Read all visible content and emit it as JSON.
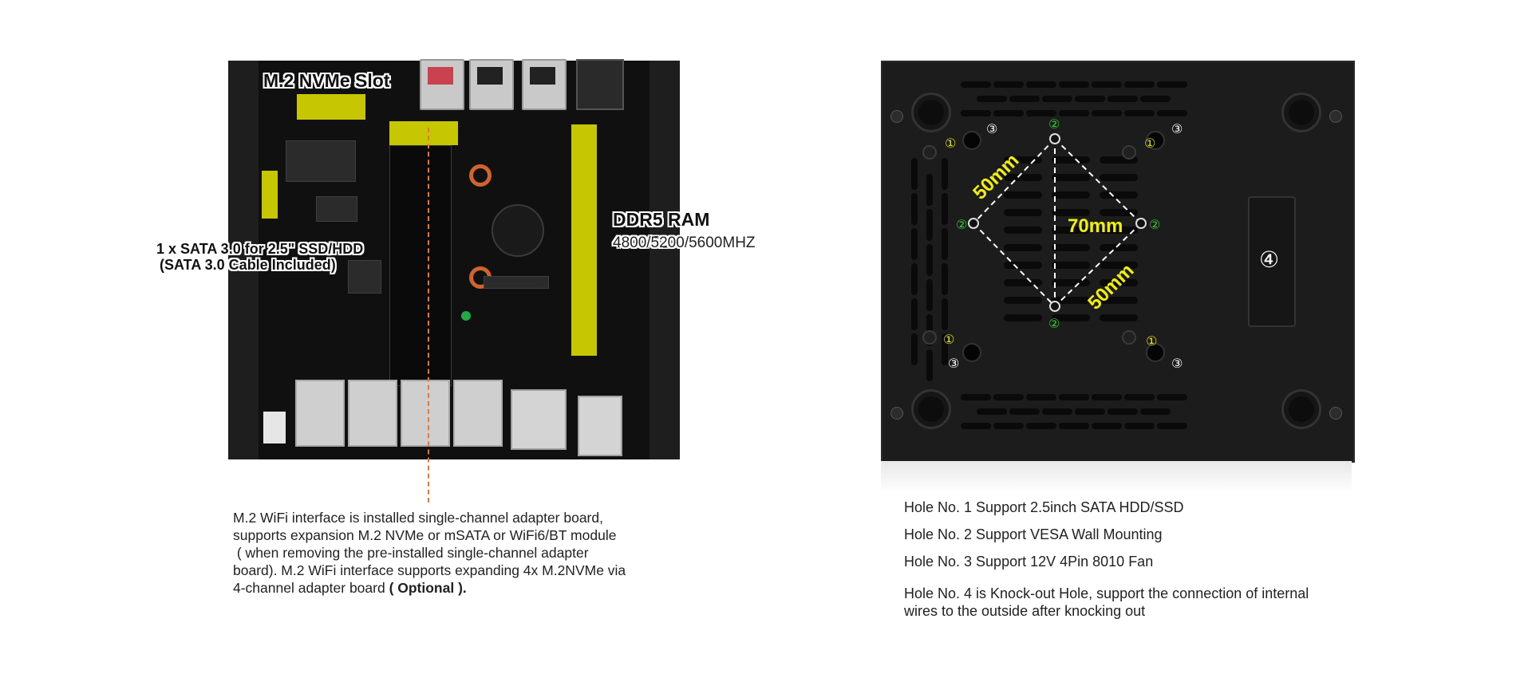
{
  "left_panel": {
    "labels": {
      "nvme_slot": "M.2 NVMe Slot",
      "sata_line1": "1 x SATA 3.0 for 2.5\" SSD/HDD",
      "sata_line2": "(SATA 3.0 Cable Included)",
      "ddr_title": "DDR5 RAM",
      "ddr_freq": "4800/5200/5600MHZ"
    },
    "caption": {
      "line1": "M.2 WiFi interface is installed single-channel adapter board,",
      "line2": "supports expansion M.2 NVMe or mSATA or WiFi6/BT module",
      "line3": " ( when removing the pre-installed single-channel adapter",
      "line4": "board). M.2 WiFi interface supports expanding 4x M.2NVMe via",
      "line5_prefix": "4-channel adapter board ",
      "line5_bold": "( Optional )."
    },
    "highlight_color": "#e6e600",
    "pointer_color": "#e37b2e"
  },
  "right_panel": {
    "hole_markers": {
      "one": "①",
      "two": "②",
      "three": "③",
      "four": "④"
    },
    "dimensions": {
      "diag_upper": "50mm",
      "diag_lower": "50mm",
      "vertical": "70mm"
    },
    "legend": [
      "Hole No. 1 Support 2.5inch SATA HDD/SSD",
      "Hole No. 2 Support VESA Wall Mounting",
      "Hole No. 3 Support 12V 4Pin 8010 Fan",
      "Hole No. 4 is Knock-out Hole, support the connection of internal",
      "wires to the outside after knocking out"
    ],
    "marker_colors": {
      "one": "#e6e600",
      "two": "#33cc33",
      "three": "#ffffff",
      "four": "#ffffff"
    }
  }
}
